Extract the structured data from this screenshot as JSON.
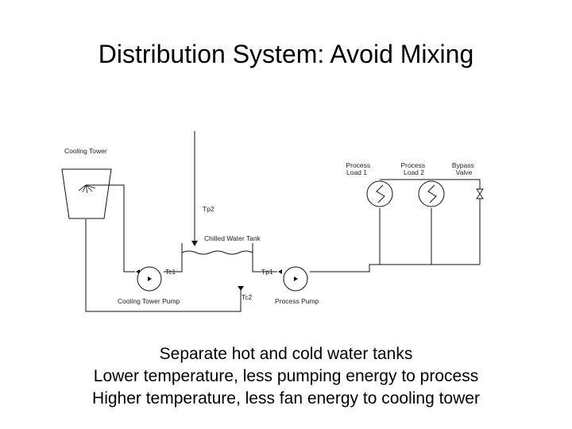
{
  "title": "Distribution System: Avoid Mixing",
  "diagram": {
    "labels": {
      "cooling_tower": "Cooling Tower",
      "process_load_1": [
        "Process",
        "Load 1"
      ],
      "process_load_2": [
        "Process",
        "Load 2"
      ],
      "bypass_valve": [
        "Bypass",
        "Valve"
      ],
      "tp2": "Tp2",
      "chilled_water_tank": "Chilled Water Tank",
      "tc1": "Tc1",
      "tp1": "Tp1",
      "tc2": "Tc2",
      "cooling_tower_pump": "Cooling Tower Pump",
      "process_pump": "Process Pump"
    }
  },
  "bullets": [
    "Separate hot and cold water tanks",
    "Lower temperature, less pumping energy to process",
    "Higher temperature, less fan energy to cooling tower"
  ]
}
